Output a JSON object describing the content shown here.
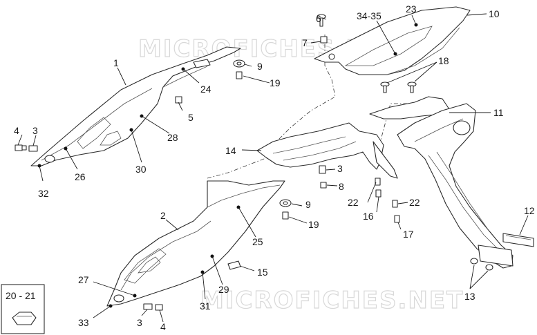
{
  "watermark": "MICROFICHES.NET",
  "callouts": {
    "c1": "1",
    "c2": "2",
    "c3a": "3",
    "c3b": "3",
    "c3c": "3",
    "c4a": "4",
    "c4b": "4",
    "c5": "5",
    "c6": "6",
    "c7": "7",
    "c8": "8",
    "c9a": "9",
    "c9b": "9",
    "c10": "10",
    "c11": "11",
    "c12": "12",
    "c13": "13",
    "c14": "14",
    "c15": "15",
    "c16": "16",
    "c17": "17",
    "c18": "18",
    "c19a": "19",
    "c19b": "19",
    "c22a": "22",
    "c22b": "22",
    "c23": "23",
    "c24": "24",
    "c25": "25",
    "c26": "26",
    "c27": "27",
    "c28": "28",
    "c29": "29",
    "c30": "30",
    "c31": "31",
    "c32": "32",
    "c33": "33",
    "c3435": "34-35"
  },
  "inset": {
    "label": "20 - 21"
  }
}
